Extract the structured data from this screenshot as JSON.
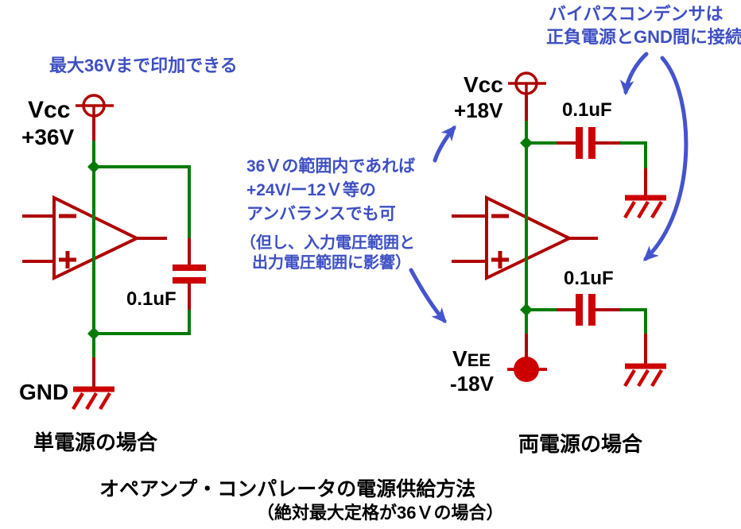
{
  "title": {
    "main": "オペアンプ・コンパレータの電源供給方法",
    "sub": "（絶対最大定格が36Ｖの場合）"
  },
  "annotations": {
    "max_voltage_note": "最大36Vまで印加できる",
    "bypass_note_line1": "バイパスコンデンサは",
    "bypass_note_line2": "正負電源とGND間に接続",
    "unbalance_note_line1": "36Ｖの範囲内であれば",
    "unbalance_note_line2": "+24V/ー12Ｖ等の",
    "unbalance_note_line3": "アンバランスでも可",
    "unbalance_note_line4": "（但し、入力電圧範囲と",
    "unbalance_note_line5": "出力電圧範囲に影響）"
  },
  "single_supply": {
    "caption": "単電源の場合",
    "positive_rail_name": "Vcc",
    "positive_rail_voltage": "+36V",
    "ground_label": "GND",
    "capacitor_value": "0.1uF"
  },
  "dual_supply": {
    "caption": "両電源の場合",
    "positive_rail_name": "Vcc",
    "positive_rail_voltage": "+18V",
    "negative_rail_name_initial": "V",
    "negative_rail_name_rest": "EE",
    "negative_rail_voltage": "-18V",
    "capacitor_top_value": "0.1uF",
    "capacitor_bottom_value": "0.1uF"
  },
  "colors": {
    "wire_green": "#007b00",
    "symbol_red": "#b00000",
    "plate_red": "#cc0000",
    "annotation_blue": "#3d4fc3",
    "arrow_blue": "#4454cd",
    "label_black": "#000000"
  }
}
